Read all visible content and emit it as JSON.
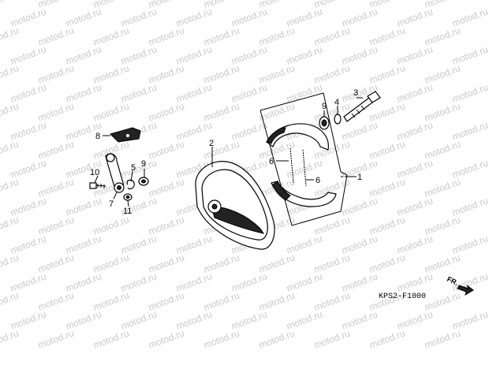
{
  "watermark": {
    "text": "motod.ru"
  },
  "diagram_code": "KPS2-F1000",
  "direction_label": "FR.",
  "callouts": [
    "1",
    "2",
    "3",
    "4",
    "5",
    "6",
    "6",
    "7",
    "8",
    "9",
    "9",
    "10",
    "11"
  ]
}
